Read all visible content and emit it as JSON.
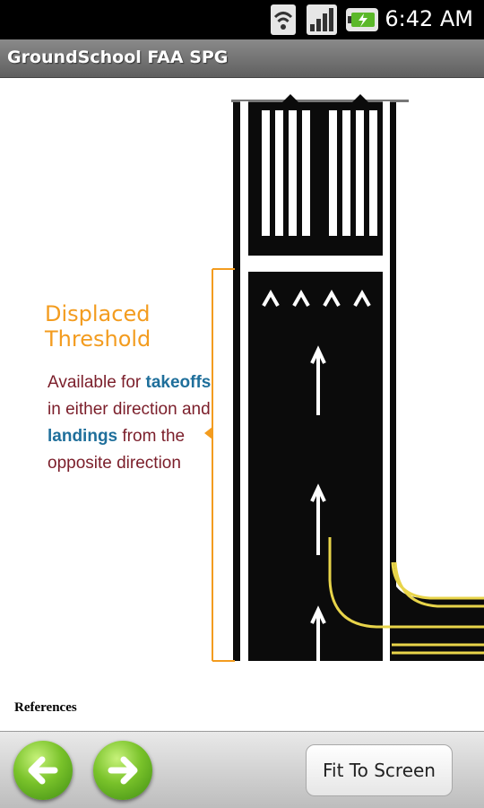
{
  "status_bar": {
    "time": "6:42 AM",
    "icons": [
      "wifi-icon",
      "signal-icon",
      "battery-charging-icon"
    ]
  },
  "title_bar": {
    "title": "GroundSchool FAA SPG"
  },
  "figure": {
    "heading_line1": "Displaced",
    "heading_line2": "Threshold",
    "desc_part1": "Available for",
    "desc_keyword1": "takeoffs",
    "desc_part2": "in either direction and",
    "desc_keyword2": "landings",
    "desc_part3": "from the opposite direction",
    "colors": {
      "heading": "#f39c1f",
      "text": "#7b1e2a",
      "keyword": "#1f6f9b",
      "taxi_line": "#e8d44a"
    }
  },
  "footer": {
    "references_label": "References"
  },
  "bottom_bar": {
    "back_icon": "arrow-left-icon",
    "forward_icon": "arrow-right-icon",
    "fit_label": "Fit To Screen"
  }
}
